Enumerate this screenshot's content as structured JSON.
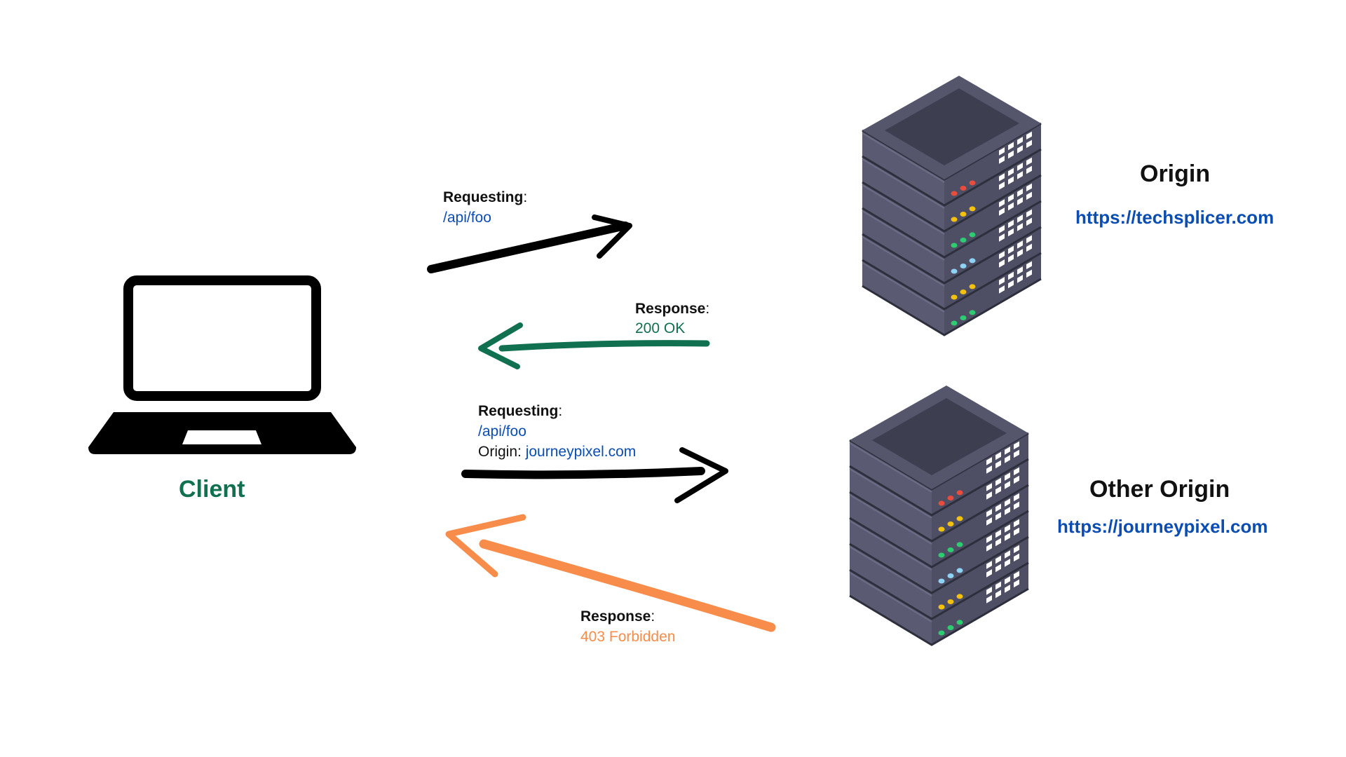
{
  "colors": {
    "text": "#111111",
    "link_blue": "#0B4DB3",
    "success_green": "#107050",
    "error_orange": "#F78C4B",
    "server_body": "#4E4F64",
    "server_top": "#3D3E50",
    "led_red": "#E84C3D",
    "led_yellow": "#F4C20D",
    "led_green": "#2ECC71",
    "led_blue": "#8ED2F5"
  },
  "client": {
    "label": "Client",
    "icon": "laptop-icon"
  },
  "origin": {
    "title": "Origin",
    "url": "https://techsplicer.com",
    "icon": "server-rack-icon"
  },
  "other_origin": {
    "title": "Other Origin",
    "url": "https://journeypixel.com",
    "icon": "server-rack-icon"
  },
  "flow1": {
    "label": "Requesting",
    "colon": ":",
    "path": "/api/foo"
  },
  "flow2": {
    "label": "Response",
    "colon": ":",
    "status": "200 OK"
  },
  "flow3": {
    "label": "Requesting",
    "colon": ":",
    "path": "/api/foo",
    "origin_key": "Origin:",
    "origin_value": "journeypixel.com"
  },
  "flow4": {
    "label": "Response",
    "colon": ":",
    "status": "403 Forbidden"
  }
}
